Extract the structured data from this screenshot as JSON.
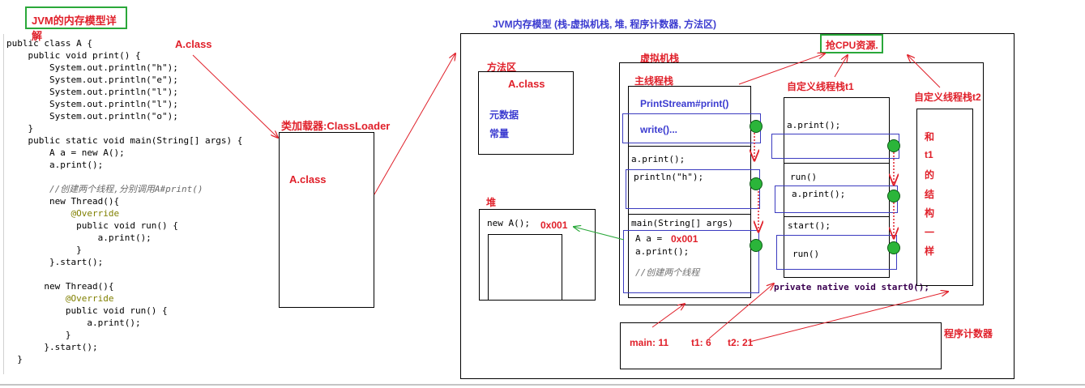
{
  "title_badge": "JVM的内存模型详解",
  "code_class_label": "A.class",
  "code_lines": [
    {
      "text": "public class A {",
      "indent": 0
    },
    {
      "text": "    public void print() {",
      "indent": 0
    },
    {
      "text": "        System.out.println(\"h\");",
      "indent": 0
    },
    {
      "text": "        System.out.println(\"e\");",
      "indent": 0
    },
    {
      "text": "        System.out.println(\"l\");",
      "indent": 0
    },
    {
      "text": "        System.out.println(\"l\");",
      "indent": 0
    },
    {
      "text": "        System.out.println(\"o\");",
      "indent": 0
    },
    {
      "text": "    }",
      "indent": 0
    },
    {
      "text": "    public static void main(String[] args) {",
      "indent": 0
    },
    {
      "text": "        A a = new A();",
      "indent": 0
    },
    {
      "text": "        a.print();",
      "indent": 0
    },
    {
      "text": "",
      "indent": 0
    },
    {
      "text": "        //创建两个线程,分别调用A#print()",
      "indent": 0
    },
    {
      "text": "        new Thread(){",
      "indent": 0
    },
    {
      "text": "            @Override",
      "indent": 0
    },
    {
      "text": "             public void run() {",
      "indent": 0
    },
    {
      "text": "                 a.print();",
      "indent": 0
    },
    {
      "text": "             }",
      "indent": 0
    },
    {
      "text": "        }.start();",
      "indent": 0
    },
    {
      "text": "",
      "indent": 0
    },
    {
      "text": "       new Thread(){",
      "indent": 0
    },
    {
      "text": "           @Override",
      "indent": 0
    },
    {
      "text": "           public void run() {",
      "indent": 0
    },
    {
      "text": "               a.print();",
      "indent": 0
    },
    {
      "text": "           }",
      "indent": 0
    },
    {
      "text": "       }.start();",
      "indent": 0
    },
    {
      "text": "  }",
      "indent": 0
    }
  ],
  "classloader": {
    "label": "类加载器:ClassLoader",
    "content": "A.class"
  },
  "jvm": {
    "title": "JVM内存模型 (栈-虚拟机栈, 堆, 程序计数器, 方法区)",
    "cpu_label": "抢CPU资源.",
    "method_area": {
      "label": "方法区",
      "class_name": "A.class",
      "items": [
        "元数据",
        "常量"
      ]
    },
    "heap": {
      "label": "堆",
      "code": "new A();",
      "address": "0x001"
    },
    "vm_stack": {
      "label": "虚拟机栈",
      "main_thread": {
        "label": "主线程栈",
        "frame_print_title": "PrintStream#print()",
        "frame_write": "write()...",
        "a_print": "a.print();",
        "println_h": "println(\"h\");",
        "main_sig": "main(String[] args)",
        "main_assign_prefix": "A a = ",
        "main_assign_addr": "0x001",
        "main_call": "a.print();",
        "main_comment": "//创建两个线程"
      },
      "t1": {
        "label": "自定义线程栈t1",
        "a_print_top": "a.print();",
        "run": "run()",
        "a_print_inner": "a.print();",
        "start": "start();",
        "run_bottom": "run()",
        "native": "private native void start0();"
      },
      "t2": {
        "label": "自定义线程栈t2",
        "vertical_text": [
          "和",
          "t1",
          "的",
          "结",
          "构",
          "一",
          "样"
        ]
      }
    },
    "pc": {
      "label": "程序计数器",
      "main": "main: 11",
      "t1": "t1: 6",
      "t2": "t2: 21"
    }
  },
  "colors": {
    "red": "#e0202a",
    "blue": "#3b3bd0",
    "green": "#2aa83a"
  }
}
